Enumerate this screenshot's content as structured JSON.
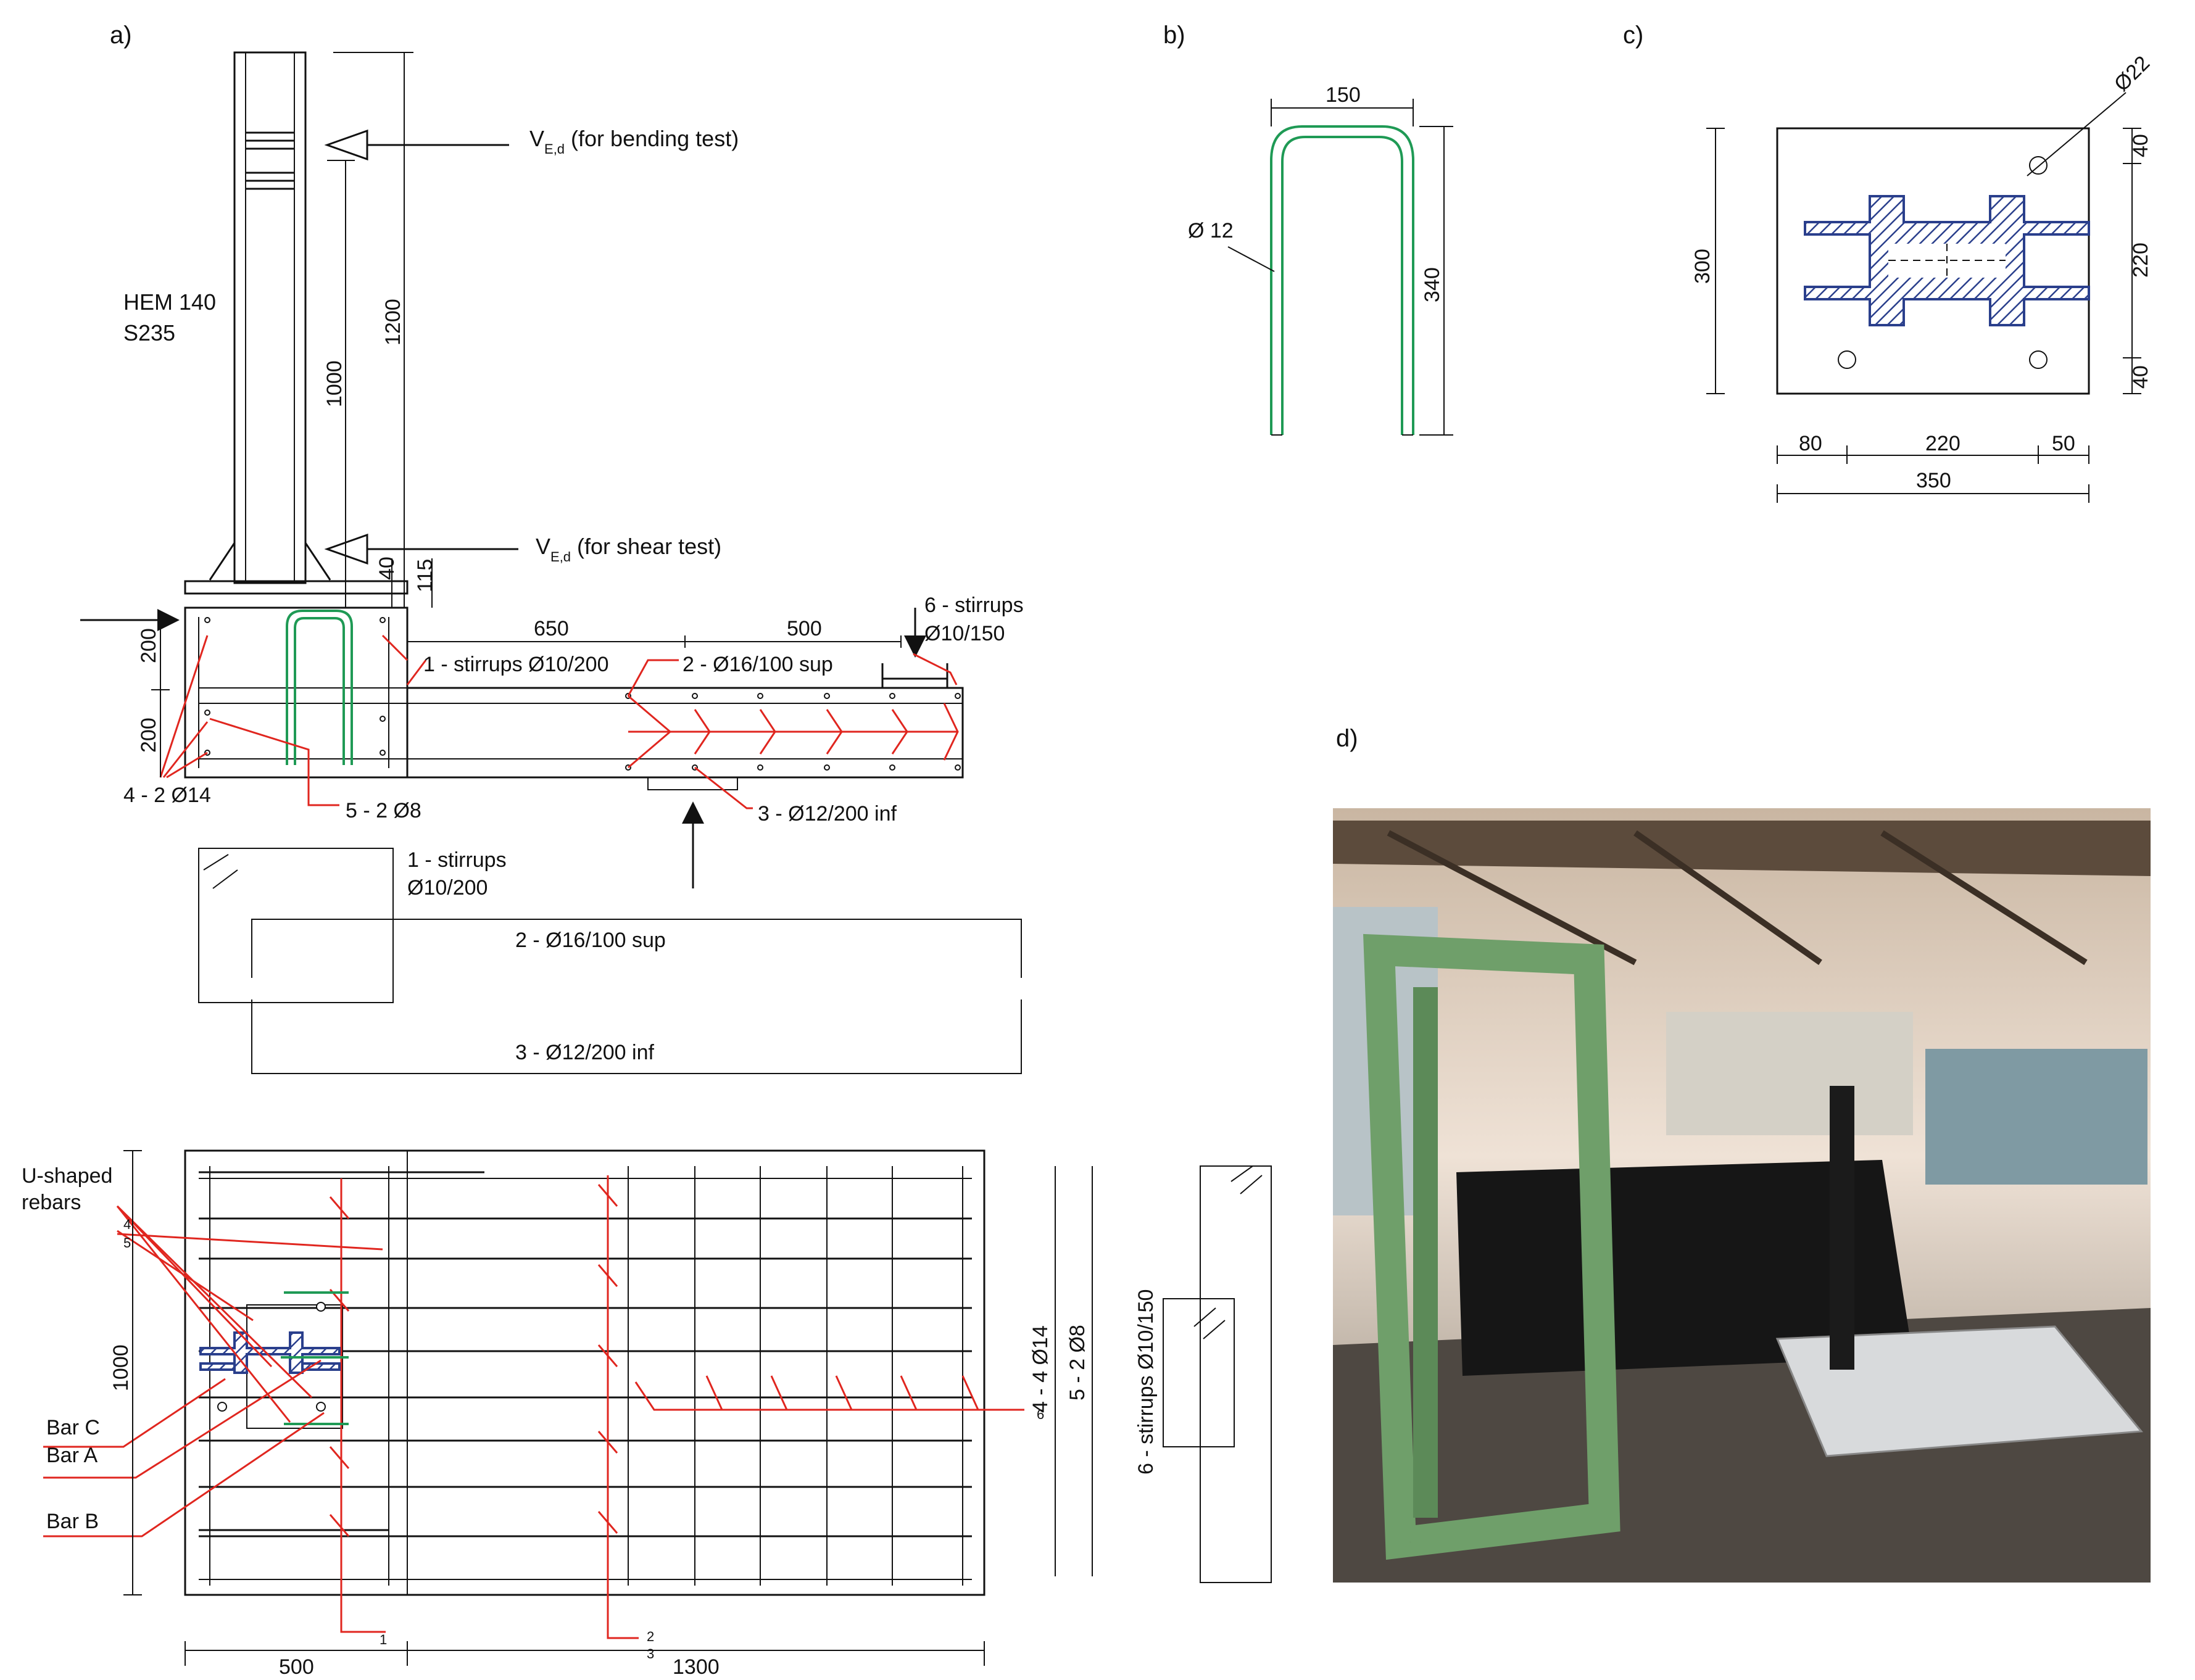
{
  "panels": {
    "a": "a)",
    "b": "b)",
    "c": "c)",
    "d": "d)"
  },
  "panel_a": {
    "profile_1": "HEM 140",
    "profile_2": "S235",
    "load_bending_main": "V",
    "load_bending_sub": "E,d",
    "load_bending_text": " (for bending test)",
    "load_shear_main": "V",
    "load_shear_sub": "E,d",
    "load_shear_text": " (for shear test)",
    "dim_1200": "1200",
    "dim_1000": "1000",
    "dim_40": "40",
    "dim_115": "115",
    "dim_200a": "200",
    "dim_200b": "200",
    "dim_650": "650",
    "dim_500": "500",
    "lbl_stirrups_6a": "6 - stirrups",
    "lbl_stirrups_6b": "Ø10/150",
    "lbl_stirrups_1": "1 - stirrups Ø10/200",
    "lbl_bar_2": "2 - Ø16/100 sup",
    "lbl_bar_3": "3 - Ø12/200 inf",
    "lbl_bar_4": "4 - 2 Ø14",
    "lbl_bar_5": "5 - 2 Ø8",
    "shape_stirrups_1a": "1 - stirrups",
    "shape_stirrups_1b": "Ø10/200",
    "shape_bar_2": "2 - Ø16/100 sup",
    "shape_bar_3": "3 - Ø12/200 inf"
  },
  "plan": {
    "lbl_u_1": "U-shaped",
    "lbl_u_2": "rebars",
    "mark_4": "4",
    "mark_5": "5",
    "bar_c": "Bar C",
    "bar_a": "Bar A",
    "bar_b": "Bar B",
    "dim_1000": "1000",
    "dim_500": "500",
    "dim_1300": "1300",
    "mark_1": "1",
    "mark_2": "2",
    "mark_3": "3",
    "mark_6": "6",
    "lbl_4_4": "4 - 4 Ø14",
    "lbl_5_2": "5 - 2 Ø8",
    "lbl_6": "6 - stirrups Ø10/150"
  },
  "panel_b": {
    "dim_150": "150",
    "dim_340": "340",
    "dia": "Ø 12"
  },
  "panel_c": {
    "dia": "Ø22",
    "dim_300": "300",
    "dim_40a": "40",
    "dim_220v": "220",
    "dim_40b": "40",
    "dim_80": "80",
    "dim_220h": "220",
    "dim_50": "50",
    "dim_350": "350"
  },
  "colors": {
    "rebar_red": "#e0261f",
    "u_bar_green": "#1f9a55",
    "section_blue": "#2a3f8c",
    "frame_green": "#6f9f6a"
  }
}
